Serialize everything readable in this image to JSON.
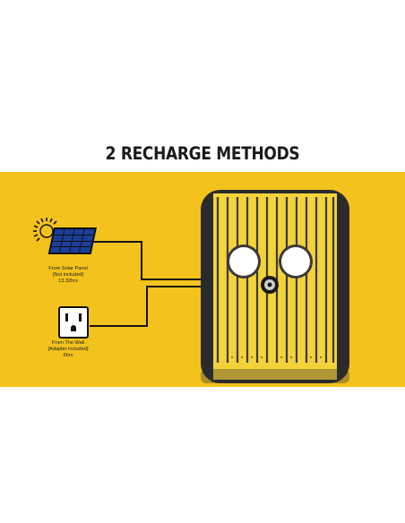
{
  "heading": "2 RECHARGE METHODS",
  "solar": {
    "line1": "From Solar Panel",
    "line2": "[Not included]",
    "line3": "13.32hrs"
  },
  "wall": {
    "line1": "From The Wall",
    "line2": "[Adapter included]",
    "line3": "6hrs"
  },
  "icons": {
    "solar": "solar-panel-icon",
    "wall": "wall-outlet-icon",
    "device": "power-station-device"
  },
  "colors": {
    "panel": "#f3c21c",
    "device_yellow": "#f4d23a",
    "device_frame": "#2b2b2b",
    "cable": "#111111"
  }
}
